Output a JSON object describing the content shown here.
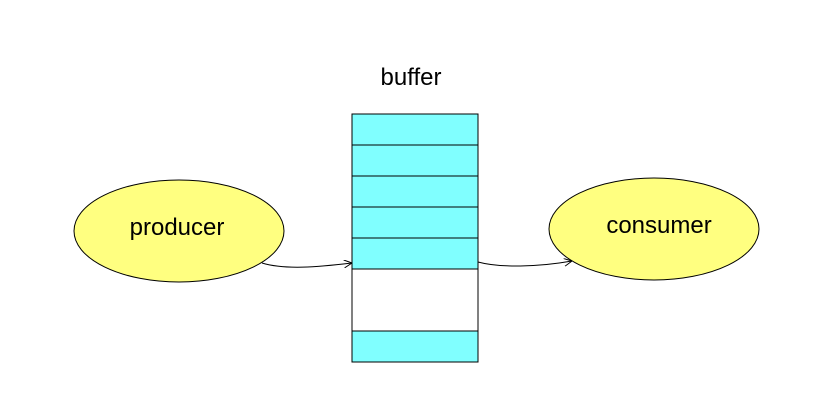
{
  "diagram": {
    "buffer_label": "buffer",
    "producer_label": "producer",
    "consumer_label": "consumer"
  },
  "colors": {
    "node_fill": "#ffff80",
    "slot_filled": "#80ffff",
    "slot_empty": "#ffffff",
    "stroke": "#000000"
  },
  "buffer": {
    "slots": [
      "filled",
      "filled",
      "filled",
      "filled",
      "filled",
      "empty",
      "empty",
      "filled"
    ]
  }
}
